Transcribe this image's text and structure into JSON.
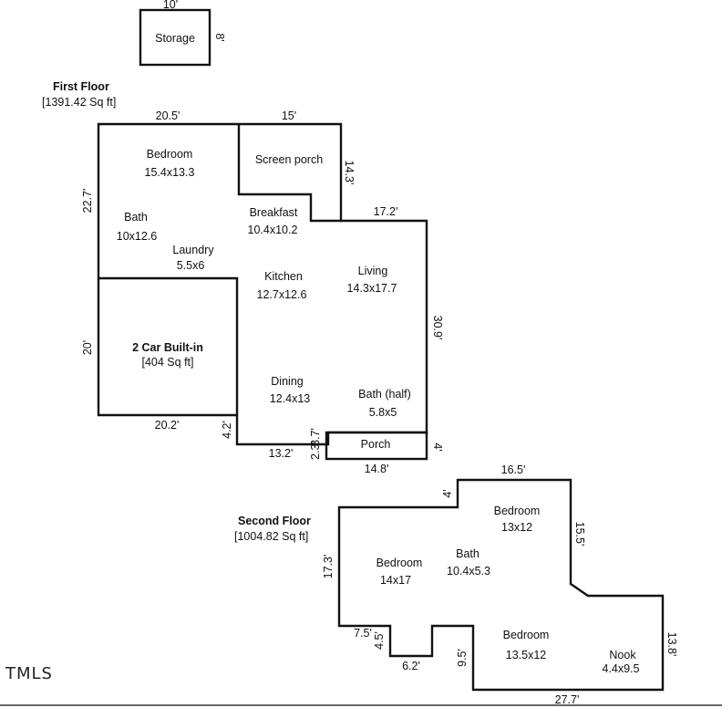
{
  "storage": {
    "label": "Storage",
    "width_dim": "10'",
    "depth_dim": "8'"
  },
  "first_floor": {
    "title": "First Floor",
    "area": "[1391.42 Sq ft]",
    "dims": {
      "top_left": "20.5'",
      "top_porch": "15'",
      "left_upper": "22.7'",
      "porch_right": "14.3'",
      "living_top": "17.2'",
      "right": "30.9'",
      "left_garage": "20'",
      "bottom_garage": "20.2'",
      "garage_step": "4.2'",
      "bottom_dining": "13.2'",
      "porch_step_a": "2.3'",
      "porch_step_b": "3.7'",
      "porch_depth": "4'",
      "porch_width": "14.8'"
    },
    "rooms": {
      "bedroom": {
        "name": "Bedroom",
        "size": "15.4x13.3"
      },
      "screen_porch": {
        "name": "Screen porch"
      },
      "bath": {
        "name": "Bath",
        "size": "10x12.6"
      },
      "breakfast": {
        "name": "Breakfast",
        "size": "10.4x10.2"
      },
      "laundry": {
        "name": "Laundry",
        "size": "5.5x6"
      },
      "kitchen": {
        "name": "Kitchen",
        "size": "12.7x12.6"
      },
      "living": {
        "name": "Living",
        "size": "14.3x17.7"
      },
      "garage": {
        "name": "2 Car Built-in",
        "size": "[404 Sq ft]"
      },
      "dining": {
        "name": "Dining",
        "size": "12.4x13"
      },
      "half_bath": {
        "name": "Bath (half)",
        "size": "5.8x5"
      },
      "porch": {
        "name": "Porch"
      }
    }
  },
  "second_floor": {
    "title": "Second Floor",
    "area": "[1004.82 Sq ft]",
    "dims": {
      "step_top": "4'",
      "top": "16.5'",
      "right_upper": "15.5'",
      "left": "17.3'",
      "right_lower": "13.8'",
      "notch_left": "7.5'",
      "notch_depth": "4.5'",
      "notch_bottom": "6.2'",
      "inner_left": "9.5'",
      "bottom": "27.7'"
    },
    "rooms": {
      "bedroom_top": {
        "name": "Bedroom",
        "size": "13x12"
      },
      "bedroom_left": {
        "name": "Bedroom",
        "size": "14x17"
      },
      "bath": {
        "name": "Bath",
        "size": "10.4x5.3"
      },
      "bedroom_bottom": {
        "name": "Bedroom",
        "size": "13.5x12"
      },
      "nook": {
        "name": "Nook",
        "size": "4.4x9.5"
      }
    }
  },
  "watermark": "TMLS"
}
